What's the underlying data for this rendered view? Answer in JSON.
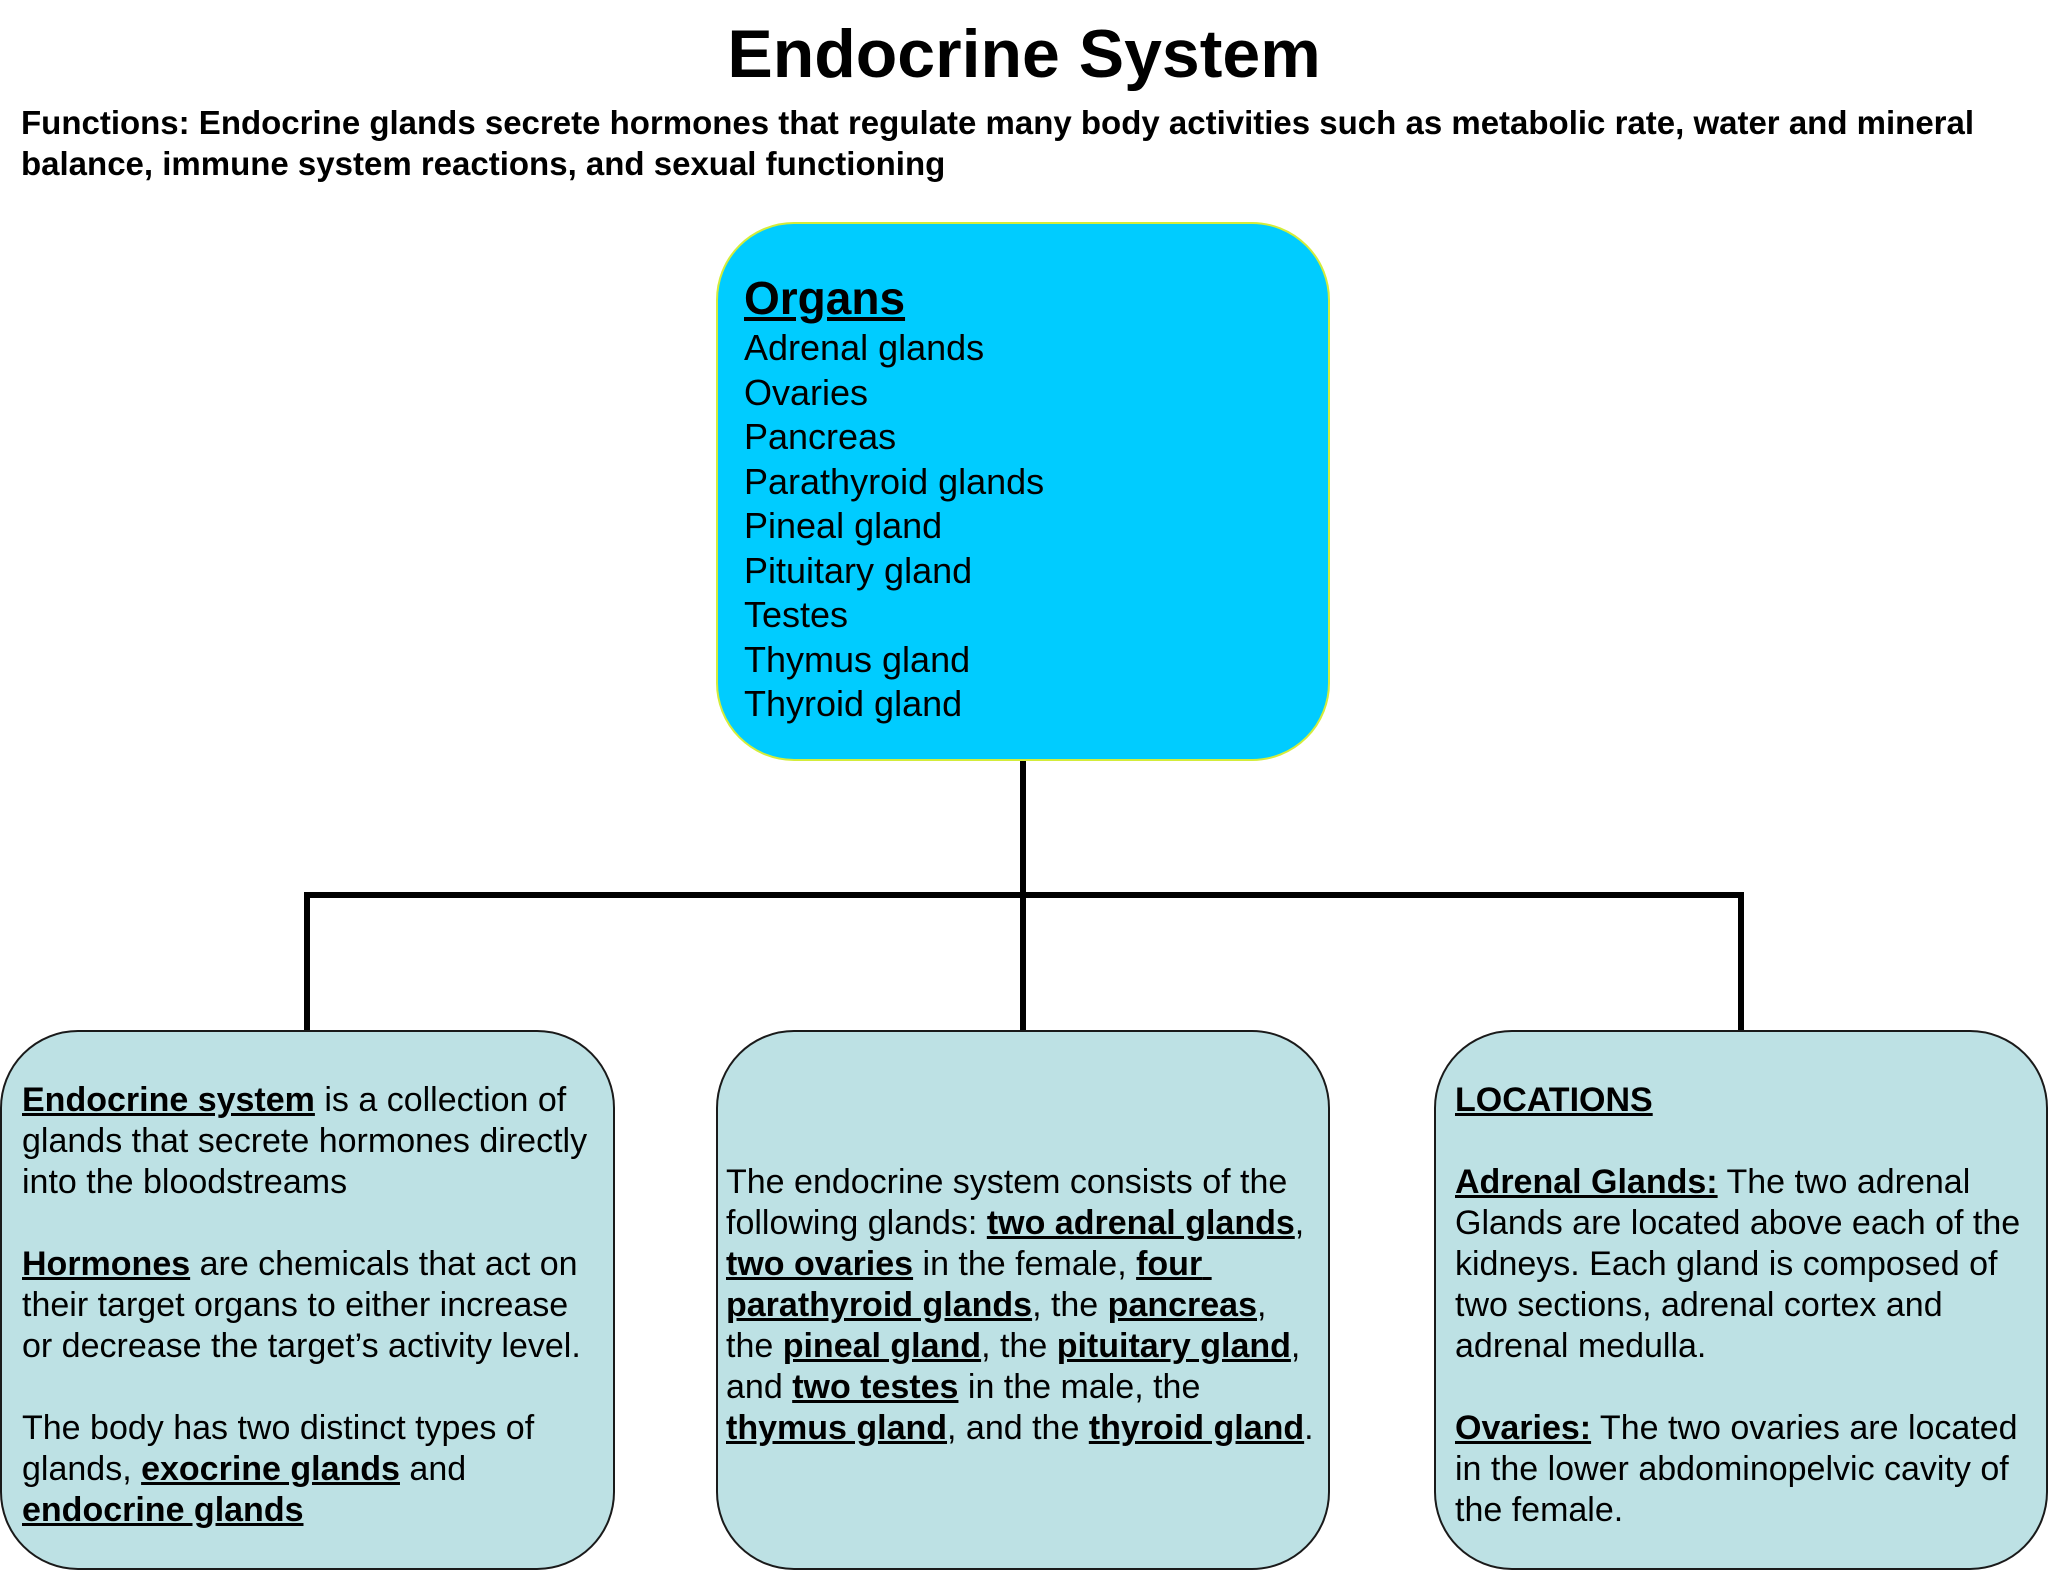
{
  "title": "Endocrine System",
  "functions": "Functions: Endocrine glands secrete hormones that regulate many body activities such as metabolic rate, water and mineral balance, immune system reactions, and sexual functioning",
  "organs": {
    "heading": "Organs",
    "items": [
      "Adrenal glands",
      "Ovaries",
      "Pancreas",
      "Parathyroid glands",
      "Pineal gland",
      "Pituitary gland",
      "Testes",
      "Thymus gland",
      "Thyroid gland"
    ]
  },
  "left_box": {
    "p1_term": "Endocrine system",
    "p1_text": " is a collection of glands that secrete hormones directly into the bloodstreams",
    "p2_term": "Hormones",
    "p2_text": " are chemicals that act on their target organs to either increase or decrease the target’s activity level.",
    "p3_text": "The body has two distinct types of glands, ",
    "p3_term1": "exocrine glands",
    "p3_and": " and ",
    "p3_term2": "endocrine glands"
  },
  "mid_box": {
    "s1": "The endocrine system consists of the following glands: ",
    "b1": "two adrenal glands",
    "s2": ", ",
    "b2": "two ovaries",
    "s3": " in the female, ",
    "b3": "four parathyroid glands",
    "s4": ", the ",
    "b4": "pancreas",
    "s5": ", the ",
    "b5": "pineal gland",
    "s6": ", the ",
    "b6": "pituitary gland",
    "s7": ", and ",
    "b7": "two testes",
    "s8": " in the male, the ",
    "b8": "thymus gland",
    "s9": ", and the ",
    "b9": "thyroid gland",
    "s10": "."
  },
  "right_box": {
    "heading": "LOCATIONS",
    "adrenal_term": "Adrenal Glands:",
    "adrenal_text": " The two adrenal Glands are located above each of the kidneys. Each gland is composed of two sections, adrenal cortex and adrenal medulla.",
    "ovaries_term": "Ovaries:",
    "ovaries_text": " The two ovaries are located in the lower abdominopelvic cavity of the female."
  }
}
